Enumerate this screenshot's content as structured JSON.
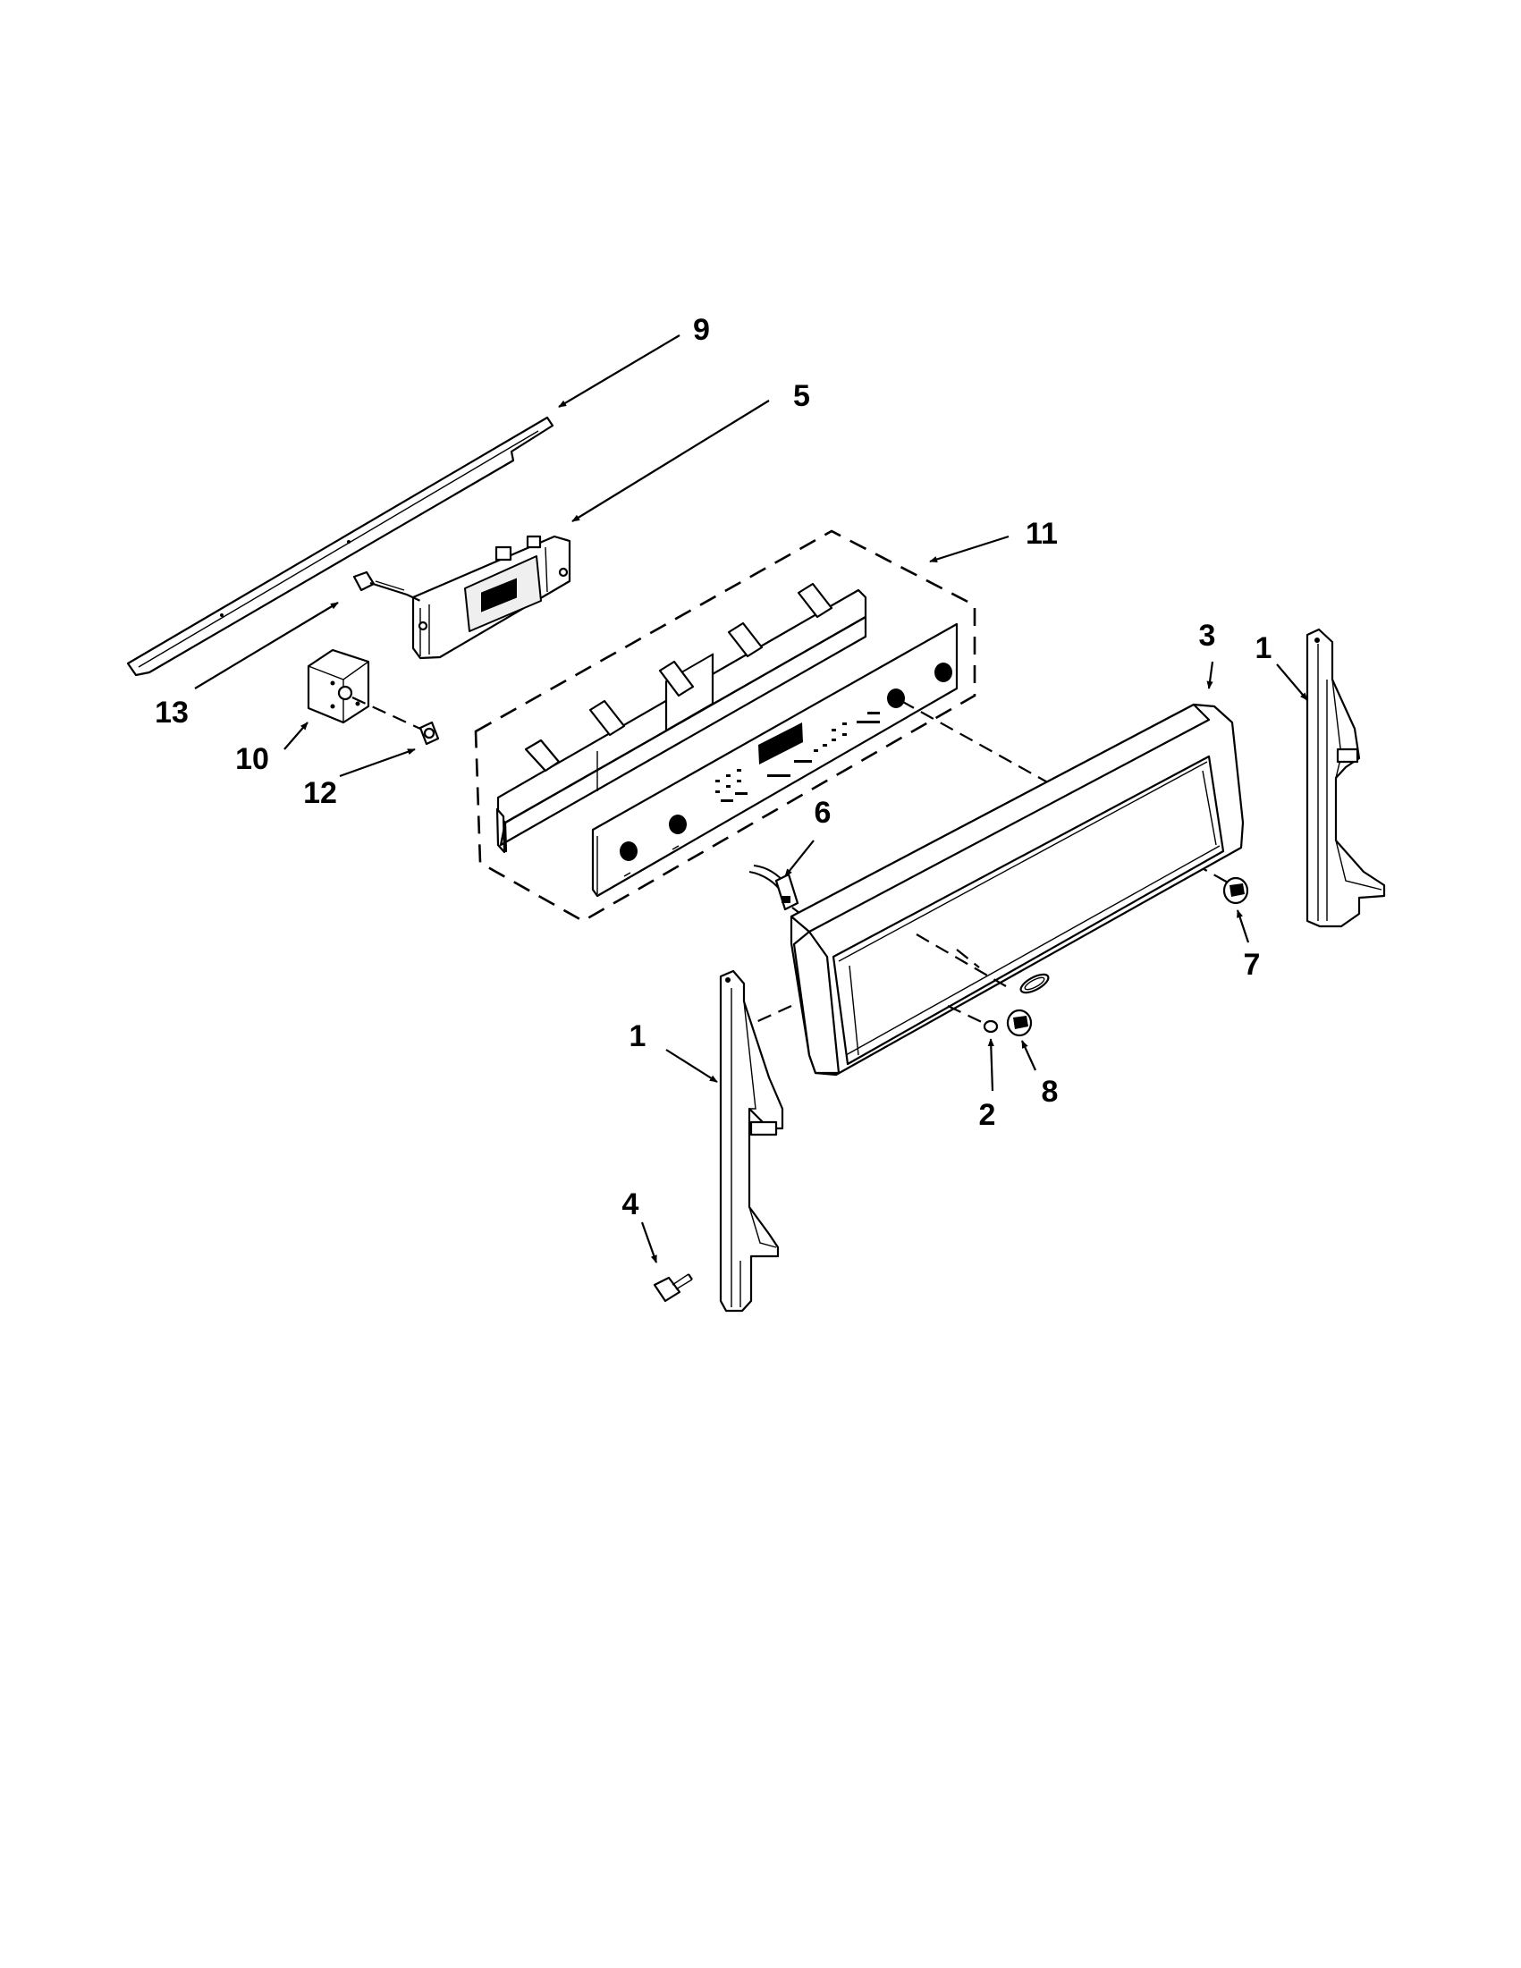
{
  "diagram": {
    "callouts": [
      {
        "id": "c9",
        "text": "9",
        "part": "trim-strip"
      },
      {
        "id": "c5",
        "text": "5",
        "part": "control-board"
      },
      {
        "id": "c11",
        "text": "11",
        "part": "console-assembly"
      },
      {
        "id": "c3",
        "text": "3",
        "part": "control-panel-frame"
      },
      {
        "id": "c1-right",
        "text": "1",
        "part": "side-bracket-right"
      },
      {
        "id": "c13",
        "text": "13",
        "part": "board-screw"
      },
      {
        "id": "c10",
        "text": "10",
        "part": "switch-block"
      },
      {
        "id": "c12",
        "text": "12",
        "part": "switch-screw"
      },
      {
        "id": "c6",
        "text": "6",
        "part": "wire-harness"
      },
      {
        "id": "c7",
        "text": "7",
        "part": "knob-right"
      },
      {
        "id": "c1-left",
        "text": "1",
        "part": "side-bracket-left"
      },
      {
        "id": "c8",
        "text": "8",
        "part": "knob-center"
      },
      {
        "id": "c2",
        "text": "2",
        "part": "panel-screw"
      },
      {
        "id": "c4",
        "text": "4",
        "part": "bracket-screw"
      }
    ]
  }
}
